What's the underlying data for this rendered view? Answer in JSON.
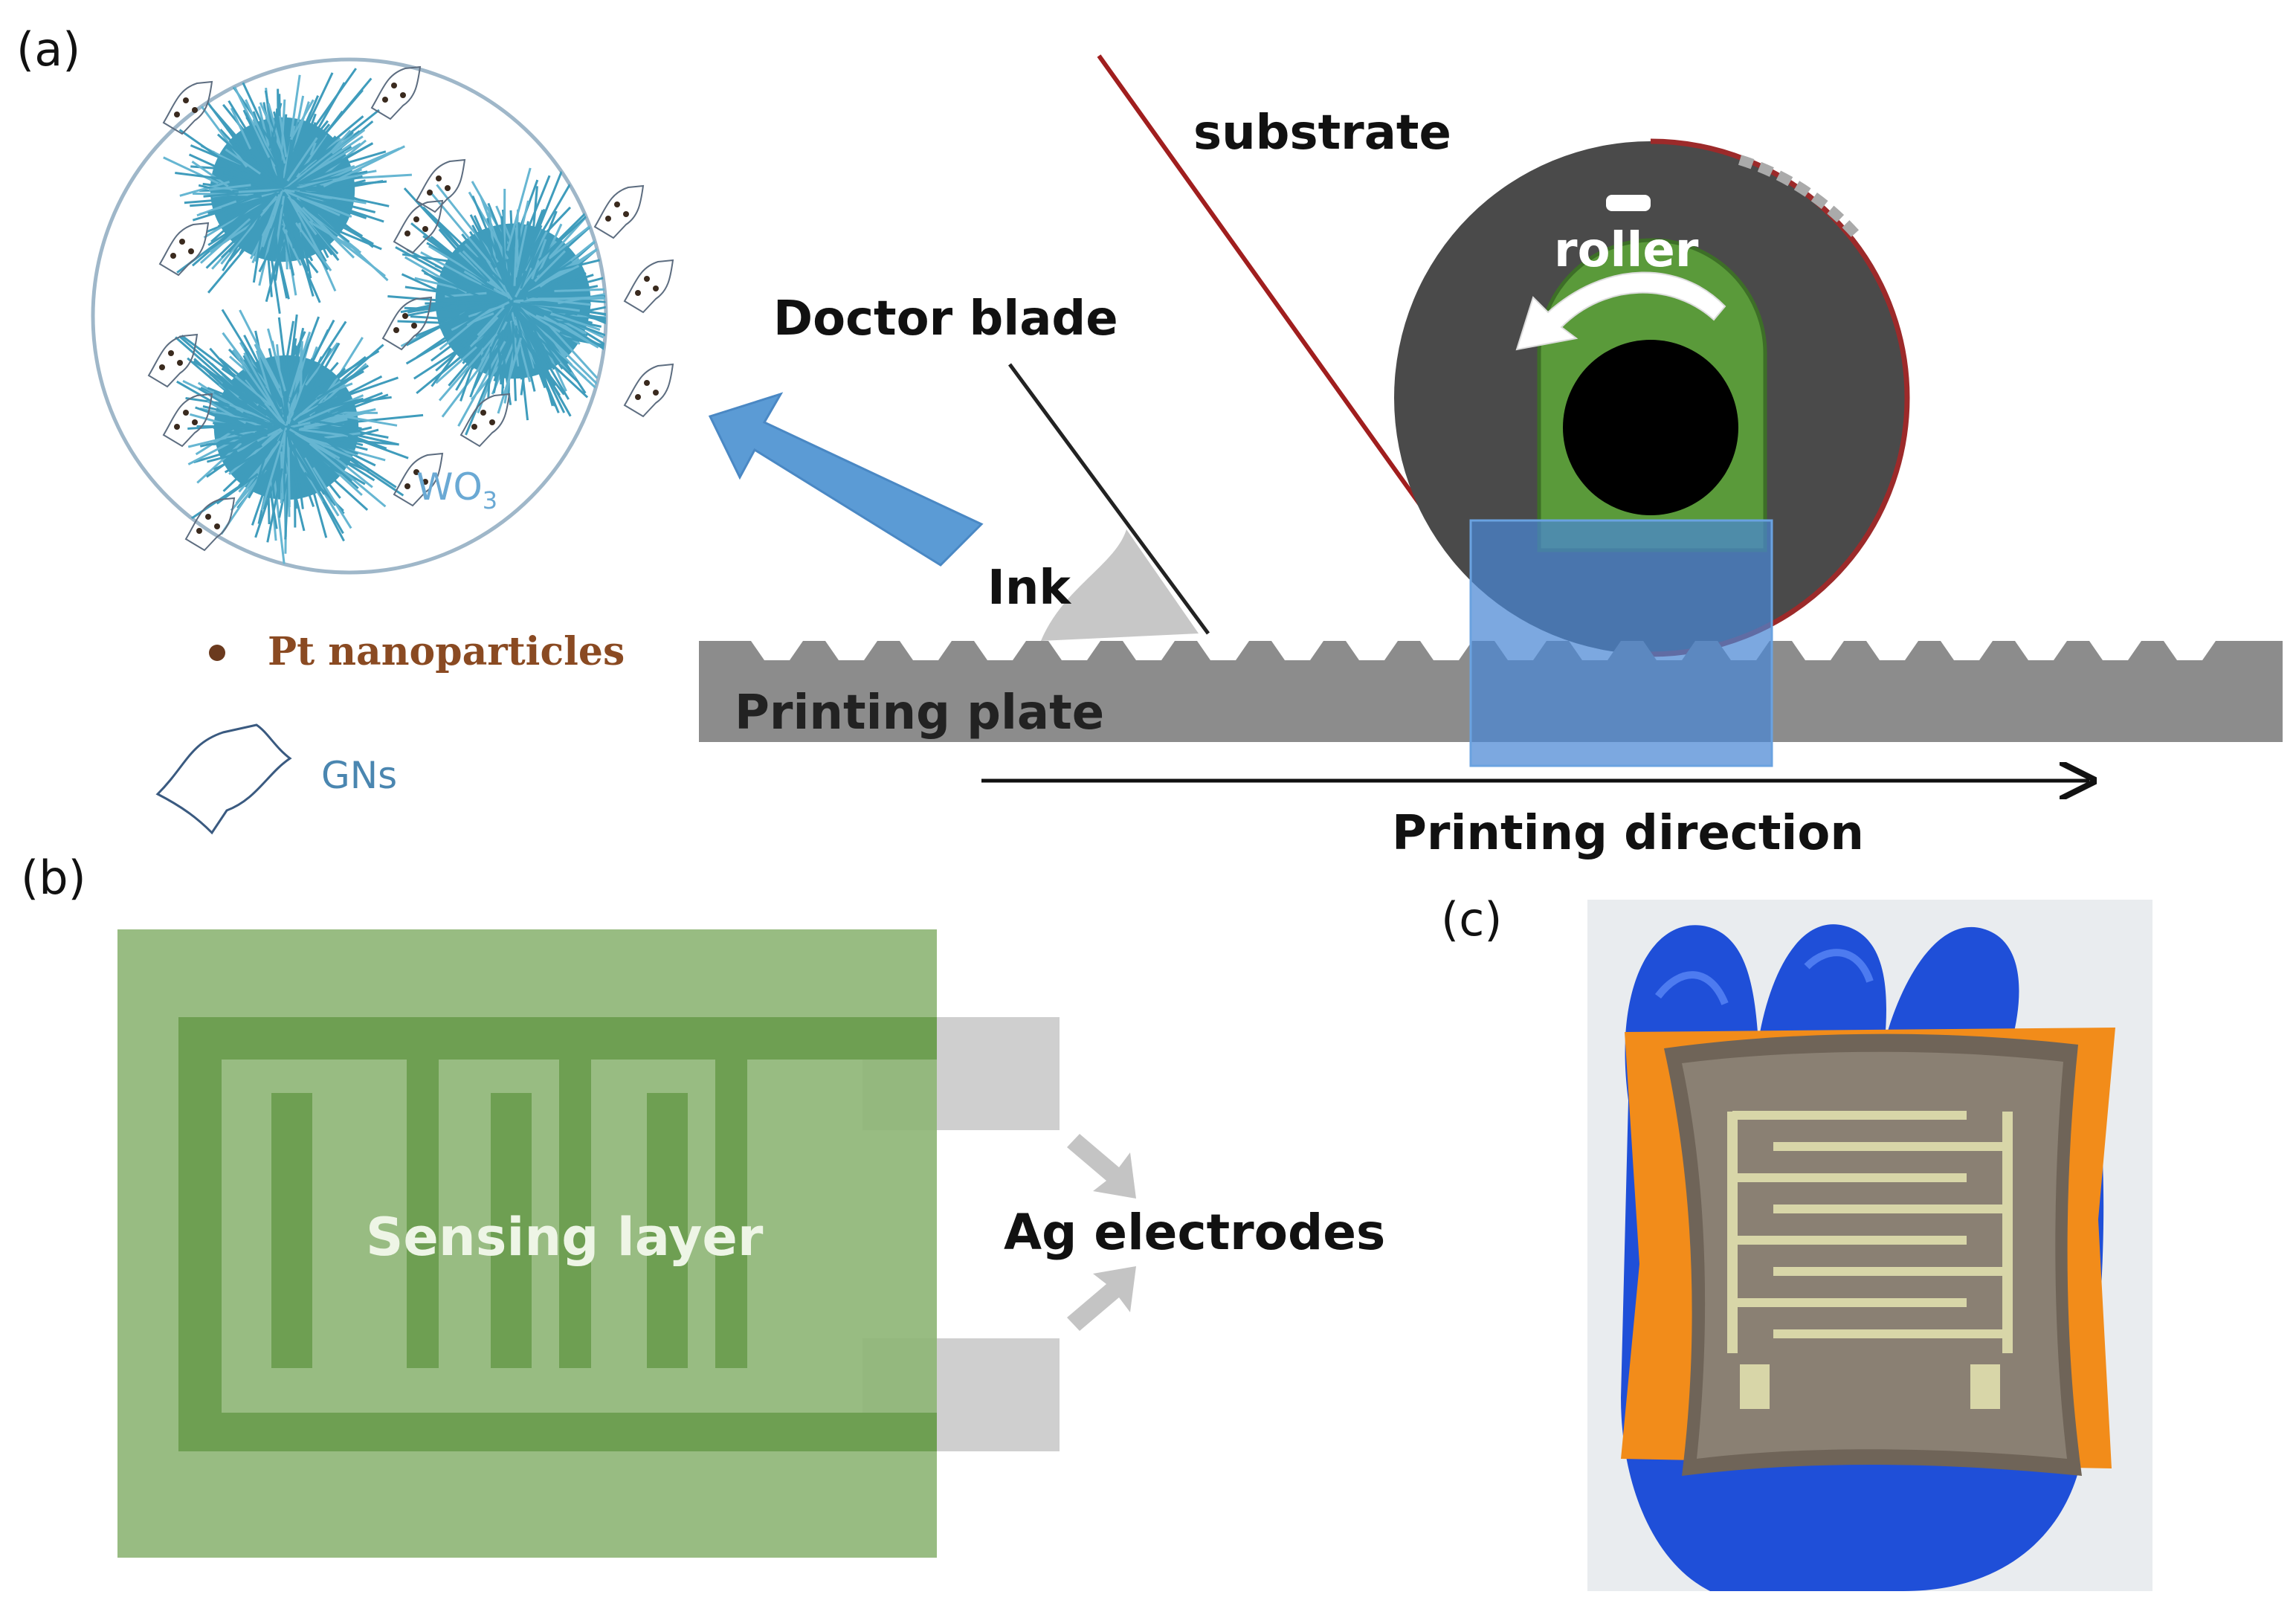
{
  "panels": {
    "a": {
      "label": "(a)"
    },
    "b": {
      "label": "(b)"
    },
    "c": {
      "label": "(c)"
    }
  },
  "labels": {
    "substrate": "substrate",
    "roller": "roller",
    "doctor_blade": "Doctor blade",
    "ink": "Ink",
    "printing_plate": "Printing plate",
    "printing_direction": "Printing direction",
    "pt_nanoparticles": "Pt nanoparticles",
    "gns": "GNs",
    "wo3": "WO",
    "wo3_subscript": "3",
    "sensing_layer": "Sensing layer",
    "ag_electrodes": "Ag electrodes"
  },
  "colors": {
    "wo3_cluster": "#3f9cbc",
    "blue_arrow": "#5b9bd5",
    "plate": "#8c8c8c",
    "roller_body": "#4a4a4a",
    "roller_core": "#5a9a3a",
    "substrate_line": "#a01e1e",
    "sensing_layer": "#8db574",
    "electrode": "#cfcfcf",
    "glove": "#1f4fd8",
    "film": "#f28c1a",
    "pt_dot": "#6b3a1e",
    "pt_text": "#8a4a22",
    "gns_text": "#4a86b0"
  }
}
